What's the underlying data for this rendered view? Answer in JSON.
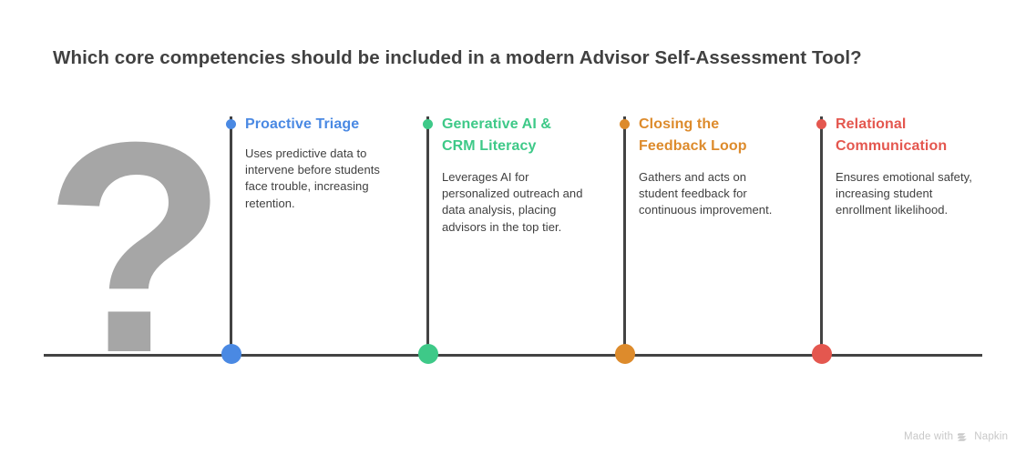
{
  "title": "Which core competencies should be included in a modern Advisor Self-Assessment Tool?",
  "decoration": {
    "glyph_name": "question-mark-glyph",
    "glyph_char": "?",
    "color": "#a6a6a6"
  },
  "axis": {
    "color": "#434343",
    "name": "timeline-baseline"
  },
  "columns": [
    {
      "heading": "Proactive Triage",
      "body": "Uses predictive data to intervene before students face trouble, increasing retention.",
      "color": "#4a89e3"
    },
    {
      "heading": "Generative AI & CRM Literacy",
      "body": "Leverages AI for personalized outreach and data analysis, placing advisors in the top tier.",
      "color": "#3ec988"
    },
    {
      "heading": "Closing the Feedback Loop",
      "body": "Gathers and acts on student feedback for continuous improvement.",
      "color": "#dd8b2c"
    },
    {
      "heading": "Relational Communication",
      "body": "Ensures emotional safety, increasing student enrollment likelihood.",
      "color": "#e4574f"
    }
  ],
  "footer": {
    "made_with": "Made with",
    "brand": "Napkin",
    "logo_name": "napkin-chevron-logo",
    "color": "#c8c8c8"
  }
}
